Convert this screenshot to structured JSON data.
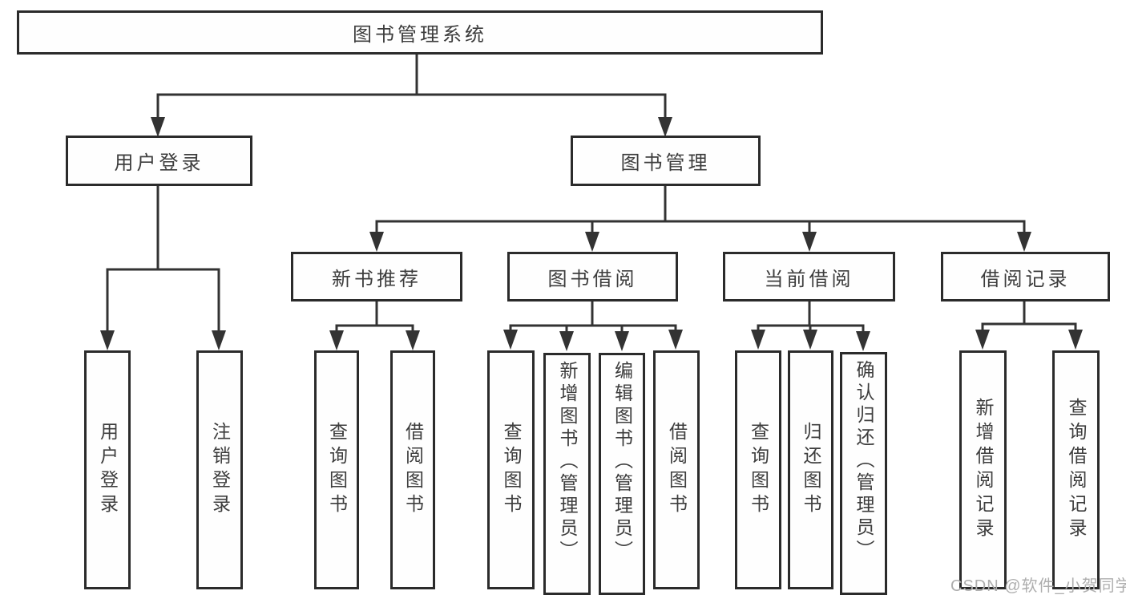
{
  "diagram": {
    "root": {
      "label": "图书管理系统"
    },
    "branches": [
      {
        "label": "用户登录",
        "children": [
          {
            "label": "用户登录"
          },
          {
            "label": "注销登录"
          }
        ]
      },
      {
        "label": "图书管理",
        "children": [
          {
            "label": "新书推荐",
            "children": [
              {
                "label": "查询图书"
              },
              {
                "label": "借阅图书"
              }
            ]
          },
          {
            "label": "图书借阅",
            "children": [
              {
                "label": "查询图书"
              },
              {
                "label": "新增图书（管理员）"
              },
              {
                "label": "编辑图书（管理员）"
              },
              {
                "label": "借阅图书"
              }
            ]
          },
          {
            "label": "当前借阅",
            "children": [
              {
                "label": "查询图书"
              },
              {
                "label": "归还图书"
              },
              {
                "label": "确认归还（管理员）"
              }
            ]
          },
          {
            "label": "借阅记录",
            "children": [
              {
                "label": "新增借阅记录"
              },
              {
                "label": "查询借阅记录"
              }
            ]
          }
        ]
      }
    ]
  },
  "watermark": {
    "text": "CSDN @软件_小贺同学",
    "color": "#aeaeae"
  },
  "style": {
    "line_color": "#333333",
    "border_color": "#2b2b2b",
    "text_color": "#3d3d3d",
    "background": "#ffffff"
  }
}
